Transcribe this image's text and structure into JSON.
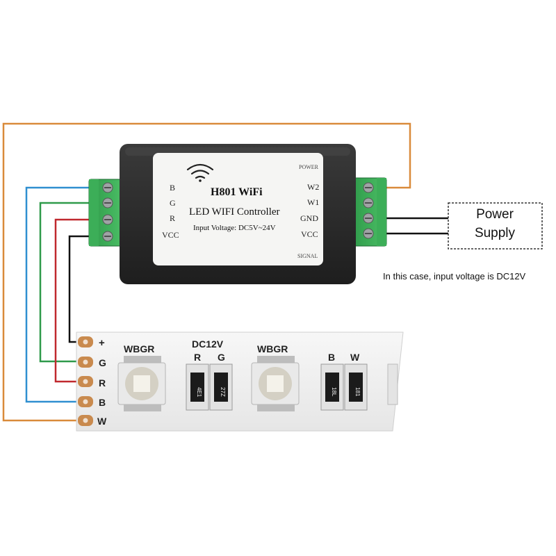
{
  "controller": {
    "title": "H801 WiFi",
    "subtitle": "LED WIFI Controller",
    "input_voltage": "Input Voltage: DC5V~24V",
    "power_label": "POWER",
    "signal_label": "SIGNAL",
    "left_terminals": [
      "B",
      "G",
      "R",
      "VCC"
    ],
    "right_terminals": [
      "W2",
      "W1",
      "GND",
      "VCC"
    ]
  },
  "power_supply": {
    "line1": "Power",
    "line2": "Supply",
    "note": "In this case, input voltage is DC12V"
  },
  "strip": {
    "pads": [
      "+",
      "G",
      "R",
      "B",
      "W"
    ],
    "led_label": "WBGR",
    "voltage_label": "DC12V",
    "resistor_labels": [
      "R",
      "G",
      "B",
      "W"
    ],
    "resistor_codes": [
      "4E1",
      "27Z",
      "18L",
      "181"
    ]
  },
  "wires": {
    "orange": "#d98a3a",
    "blue": "#2f8fd0",
    "green": "#2f9a4a",
    "red": "#c0282e",
    "black": "#111111"
  }
}
